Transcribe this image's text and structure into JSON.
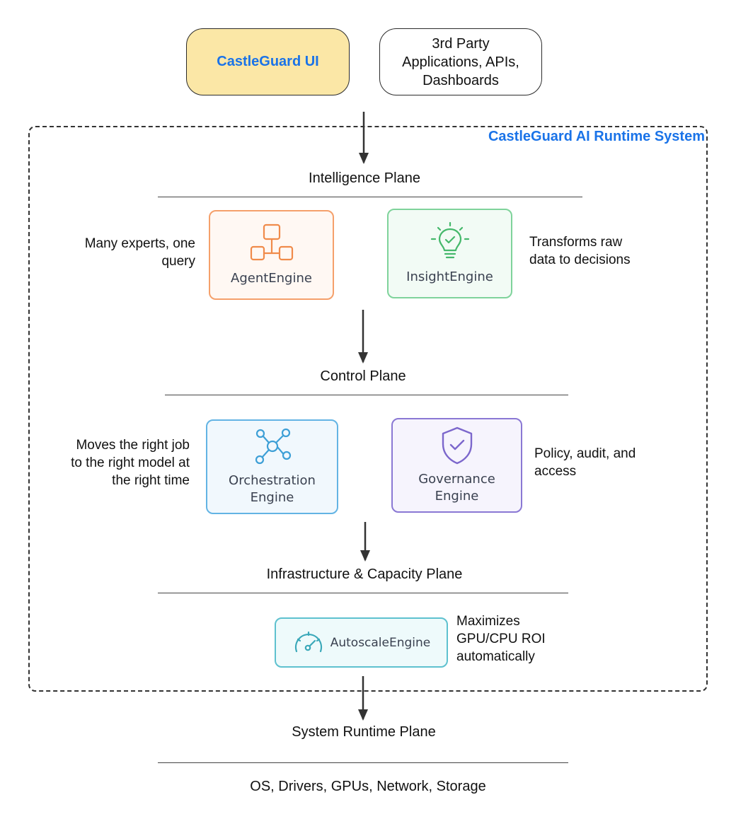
{
  "top": {
    "castleguard_ui": "CastleGuard UI",
    "third_party": "3rd Party\nApplications, APIs,\nDashboards"
  },
  "system": {
    "title": "CastleGuard AI Runtime System"
  },
  "planes": {
    "intelligence": "Intelligence Plane",
    "control": "Control Plane",
    "infrastructure": "Infrastructure & Capacity Plane",
    "system_runtime": "System Runtime Plane"
  },
  "engines": {
    "agent": "AgentEngine",
    "insight": "InsightEngine",
    "orchestration": "Orchestration\nEngine",
    "governance": "Governance\nEngine",
    "autoscale": "AutoscaleEngine"
  },
  "descriptions": {
    "agent_1": "Many experts, one",
    "agent_2": "query",
    "insight_1": "Transforms raw",
    "insight_2": "data to decisions",
    "orch_1": "Moves the right job",
    "orch_2": "to the right model at",
    "orch_3": "the right time",
    "gov_1": "Policy, audit, and",
    "gov_2": "access",
    "auto_1": "Maximizes",
    "auto_2": "GPU/CPU ROI",
    "auto_3": "automatically"
  },
  "footer": {
    "hardware": "OS, Drivers, GPUs, Network, Storage"
  },
  "icons": {
    "agent": "workflow-nodes-icon",
    "insight": "lightbulb-check-icon",
    "orchestration": "network-hub-icon",
    "governance": "shield-check-icon",
    "autoscale": "speedometer-icon"
  },
  "colors": {
    "accent_blue": "#1a73e8",
    "ui_box_fill": "#fbe7a6",
    "agent": "#f5a06b",
    "insight": "#7fd39b",
    "orchestration": "#63b4e4",
    "governance": "#8a78d4",
    "autoscale": "#5ec1cf"
  }
}
